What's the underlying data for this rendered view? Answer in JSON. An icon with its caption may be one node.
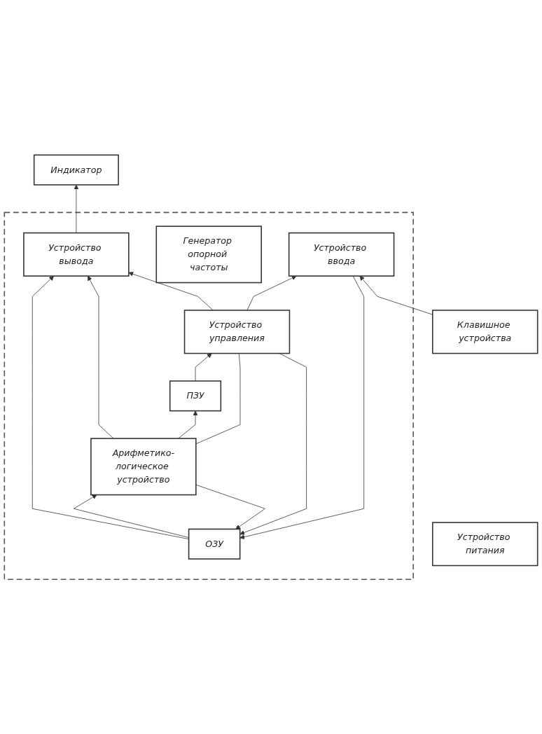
{
  "diagram": {
    "nodes": [
      {
        "text": [
          "Индикатор"
        ]
      },
      {
        "text": [],
        "shape": "box"
      },
      {
        "text": [
          "Устройство вывода"
        ],
        "in": 1
      },
      {
        "text": [
          "ОЗУ"
        ],
        "in": 1
      },
      {
        "text": [
          "Арифметико-логическое устройство"
        ],
        "in": 1
      },
      {
        "text": [
          "ПЗУ"
        ],
        "in": 1
      },
      {
        "text": [
          "Устройство управления"
        ],
        "in": 1
      },
      {
        "text": [
          "Генератор опорной частоты"
        ],
        "in": 1
      },
      {
        "text": [
          "Устройство ввода"
        ],
        "in": 1
      },
      {
        "text": [
          "Клавишное устройства"
        ]
      },
      {
        "text": [
          "Устройство питания"
        ]
      }
    ],
    "edges": [
      {
        "from": 2,
        "to": 0,
        "arrow": "to"
      },
      {
        "from": 3,
        "to": 2,
        "arrow": "to"
      },
      {
        "from": 4,
        "to": 2,
        "arrow": "to"
      },
      {
        "from": 3,
        "to": 4,
        "arrow": "to"
      },
      {
        "from": 4,
        "to": 3,
        "arrow": "to"
      },
      {
        "from": 4,
        "to": 5,
        "arrow": "to"
      },
      {
        "from": 4,
        "to": 6,
        "arrow": "none"
      },
      {
        "from": 6,
        "to": 3,
        "arrow": "to"
      },
      {
        "from": 6,
        "to": 2,
        "arrow": "to"
      },
      {
        "from": 5,
        "to": 6,
        "arrow": "to"
      },
      {
        "from": 6,
        "to": 8,
        "arrow": "to"
      },
      {
        "from": 8,
        "to": 3,
        "arrow": "to"
      },
      {
        "from": 9,
        "to": 8,
        "arrow": "to"
      }
    ]
  }
}
